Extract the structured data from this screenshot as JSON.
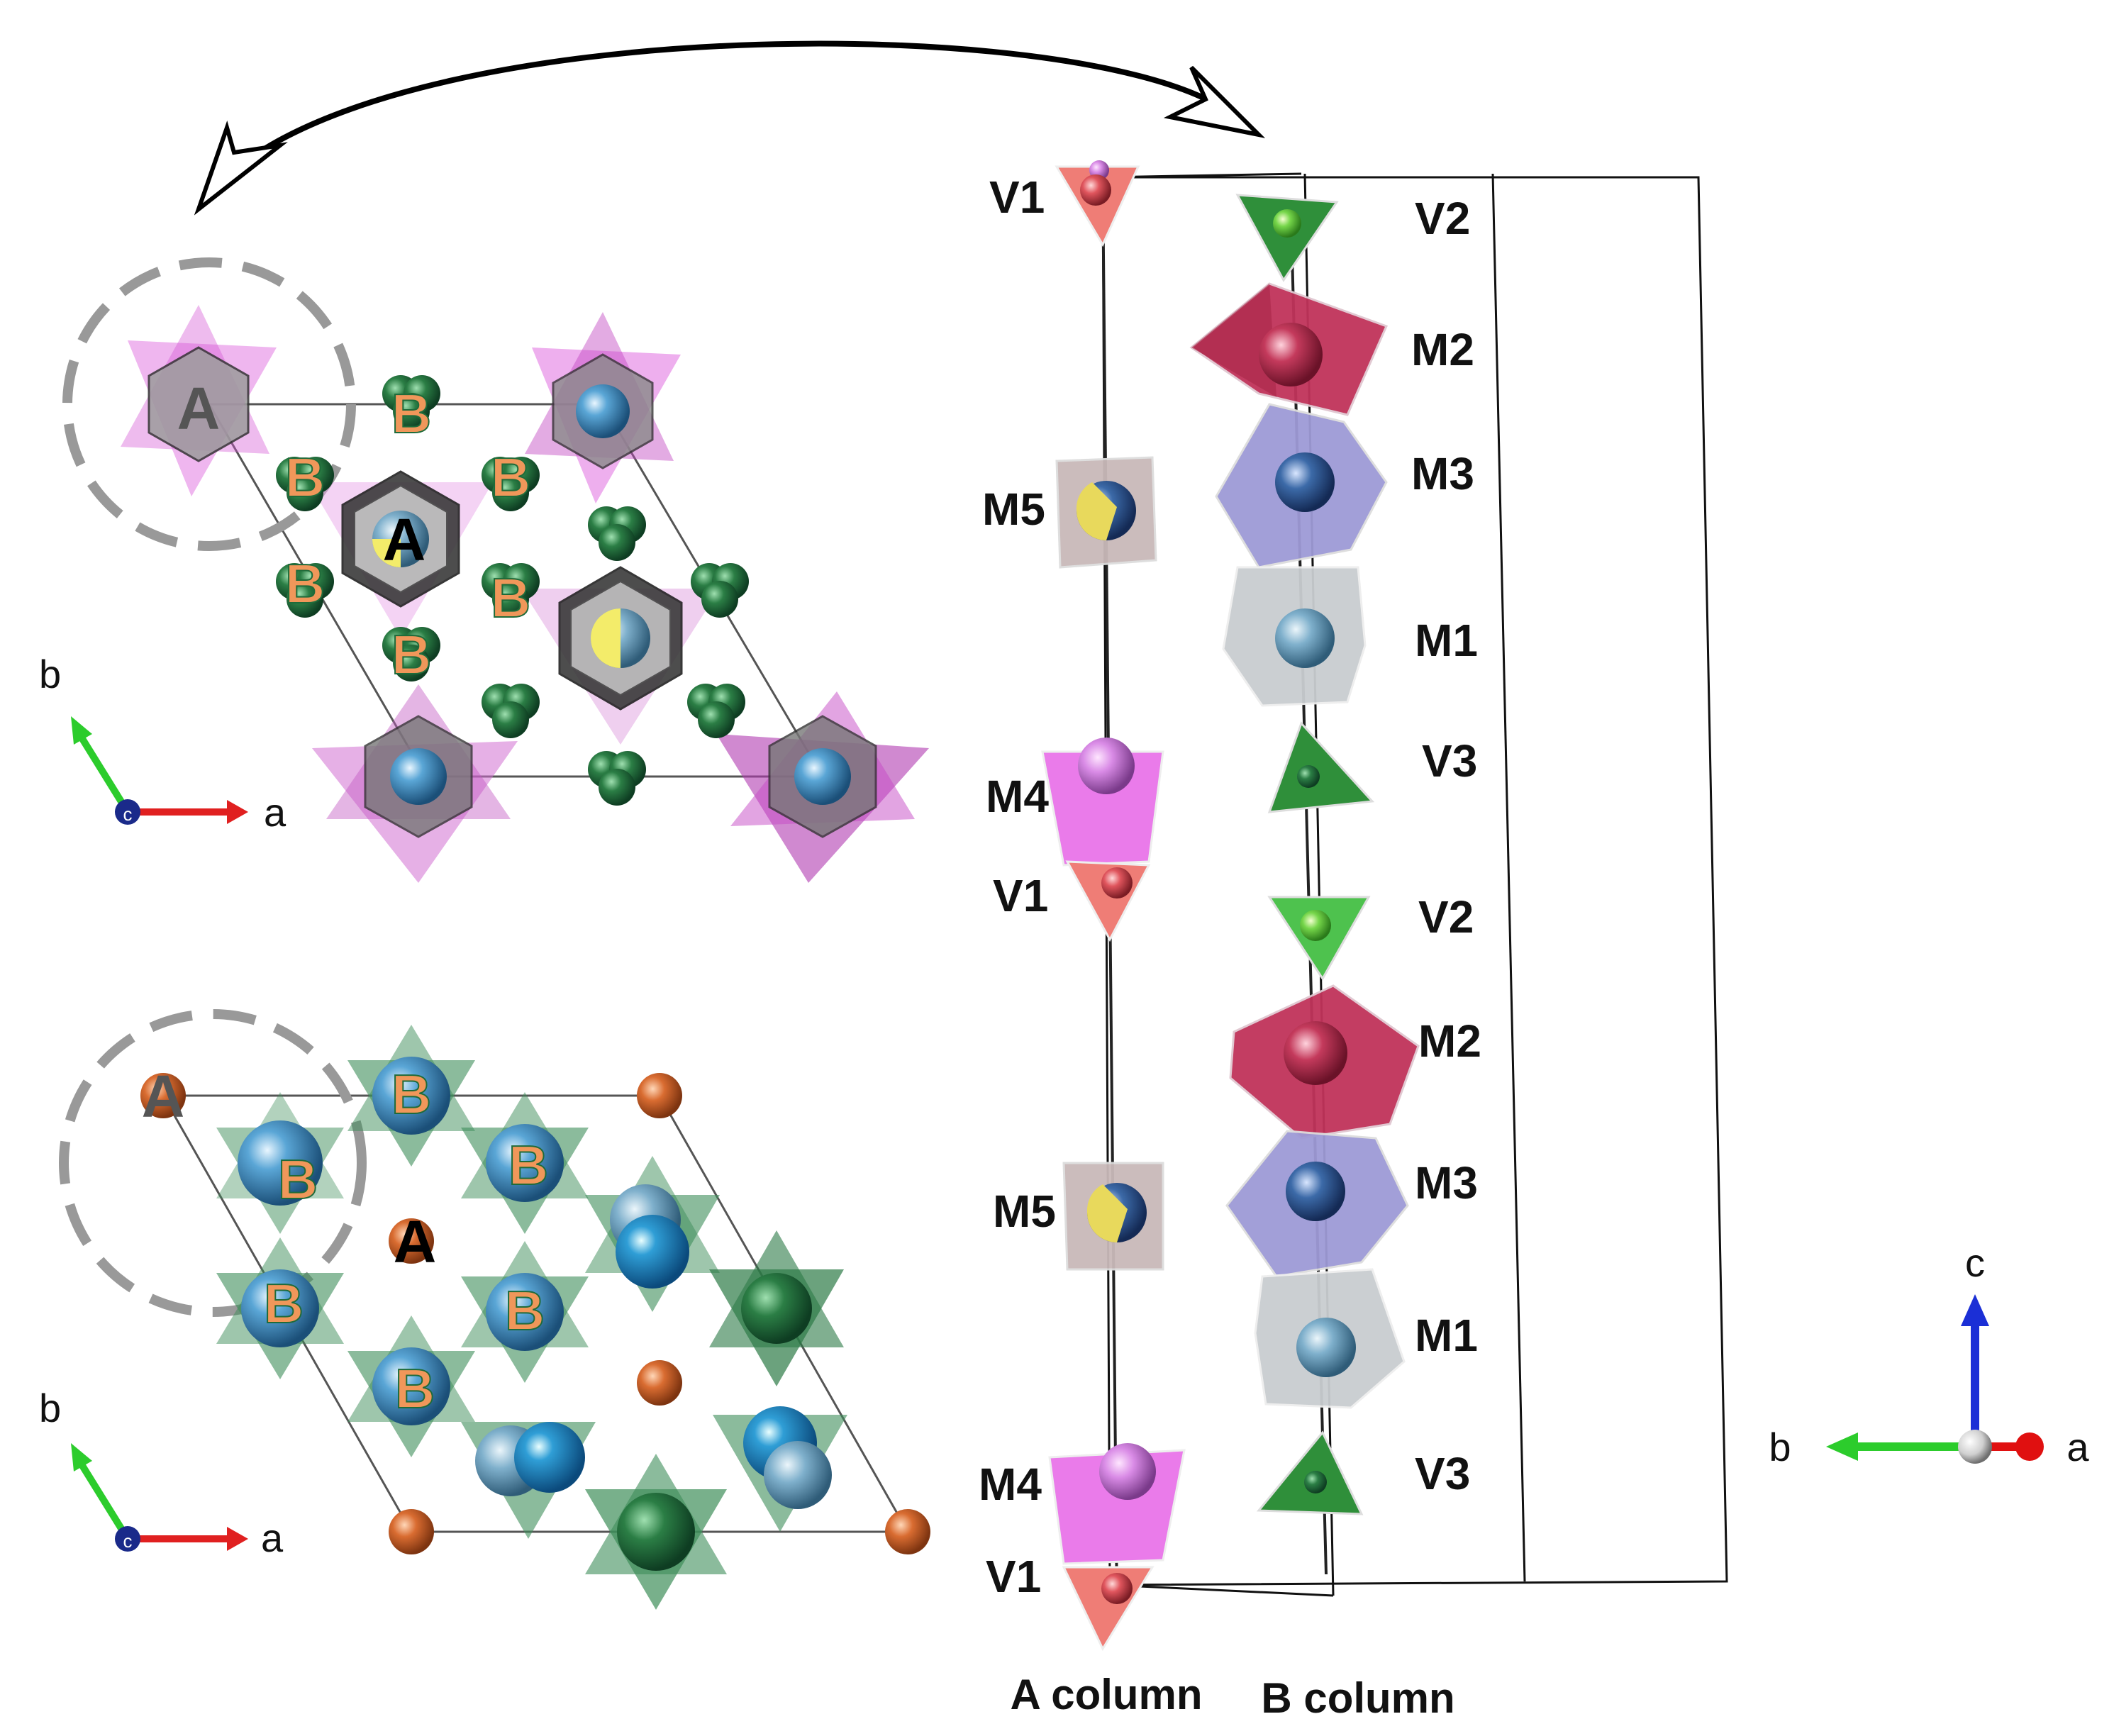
{
  "top_view": {
    "labels_A": [
      "A",
      "A"
    ],
    "labels_B": [
      "B",
      "B",
      "B",
      "B",
      "B",
      "B"
    ],
    "axes": {
      "b": "b",
      "a": "a",
      "c": "c"
    }
  },
  "bottom_view": {
    "labels_A": [
      "A",
      "A"
    ],
    "labels_B": [
      "B",
      "B",
      "B",
      "B",
      "B",
      "B"
    ],
    "axes": {
      "b": "b",
      "a": "a",
      "c": "c"
    }
  },
  "column_view": {
    "sites_B": [
      "V2",
      "M2",
      "M3",
      "M1",
      "V3",
      "V2",
      "M2",
      "M3",
      "M1",
      "V3"
    ],
    "sites_A": [
      "V1",
      "M5",
      "M4",
      "V1",
      "M5",
      "M4",
      "V1"
    ],
    "column_labels": [
      "A column",
      "B column"
    ],
    "axes": {
      "c": "c",
      "b": "b",
      "a": "a"
    }
  },
  "colors": {
    "pink": "#e66fe6",
    "salmon": "#ef7d76",
    "green": "#2f8f3a",
    "crimson": "#c0335a",
    "lavender": "#9e9ad6",
    "silver": "#c9cdd0",
    "blue_atom": "#3c84b7",
    "orange_atom": "#d76b31",
    "label_orange": "#f0975a"
  }
}
